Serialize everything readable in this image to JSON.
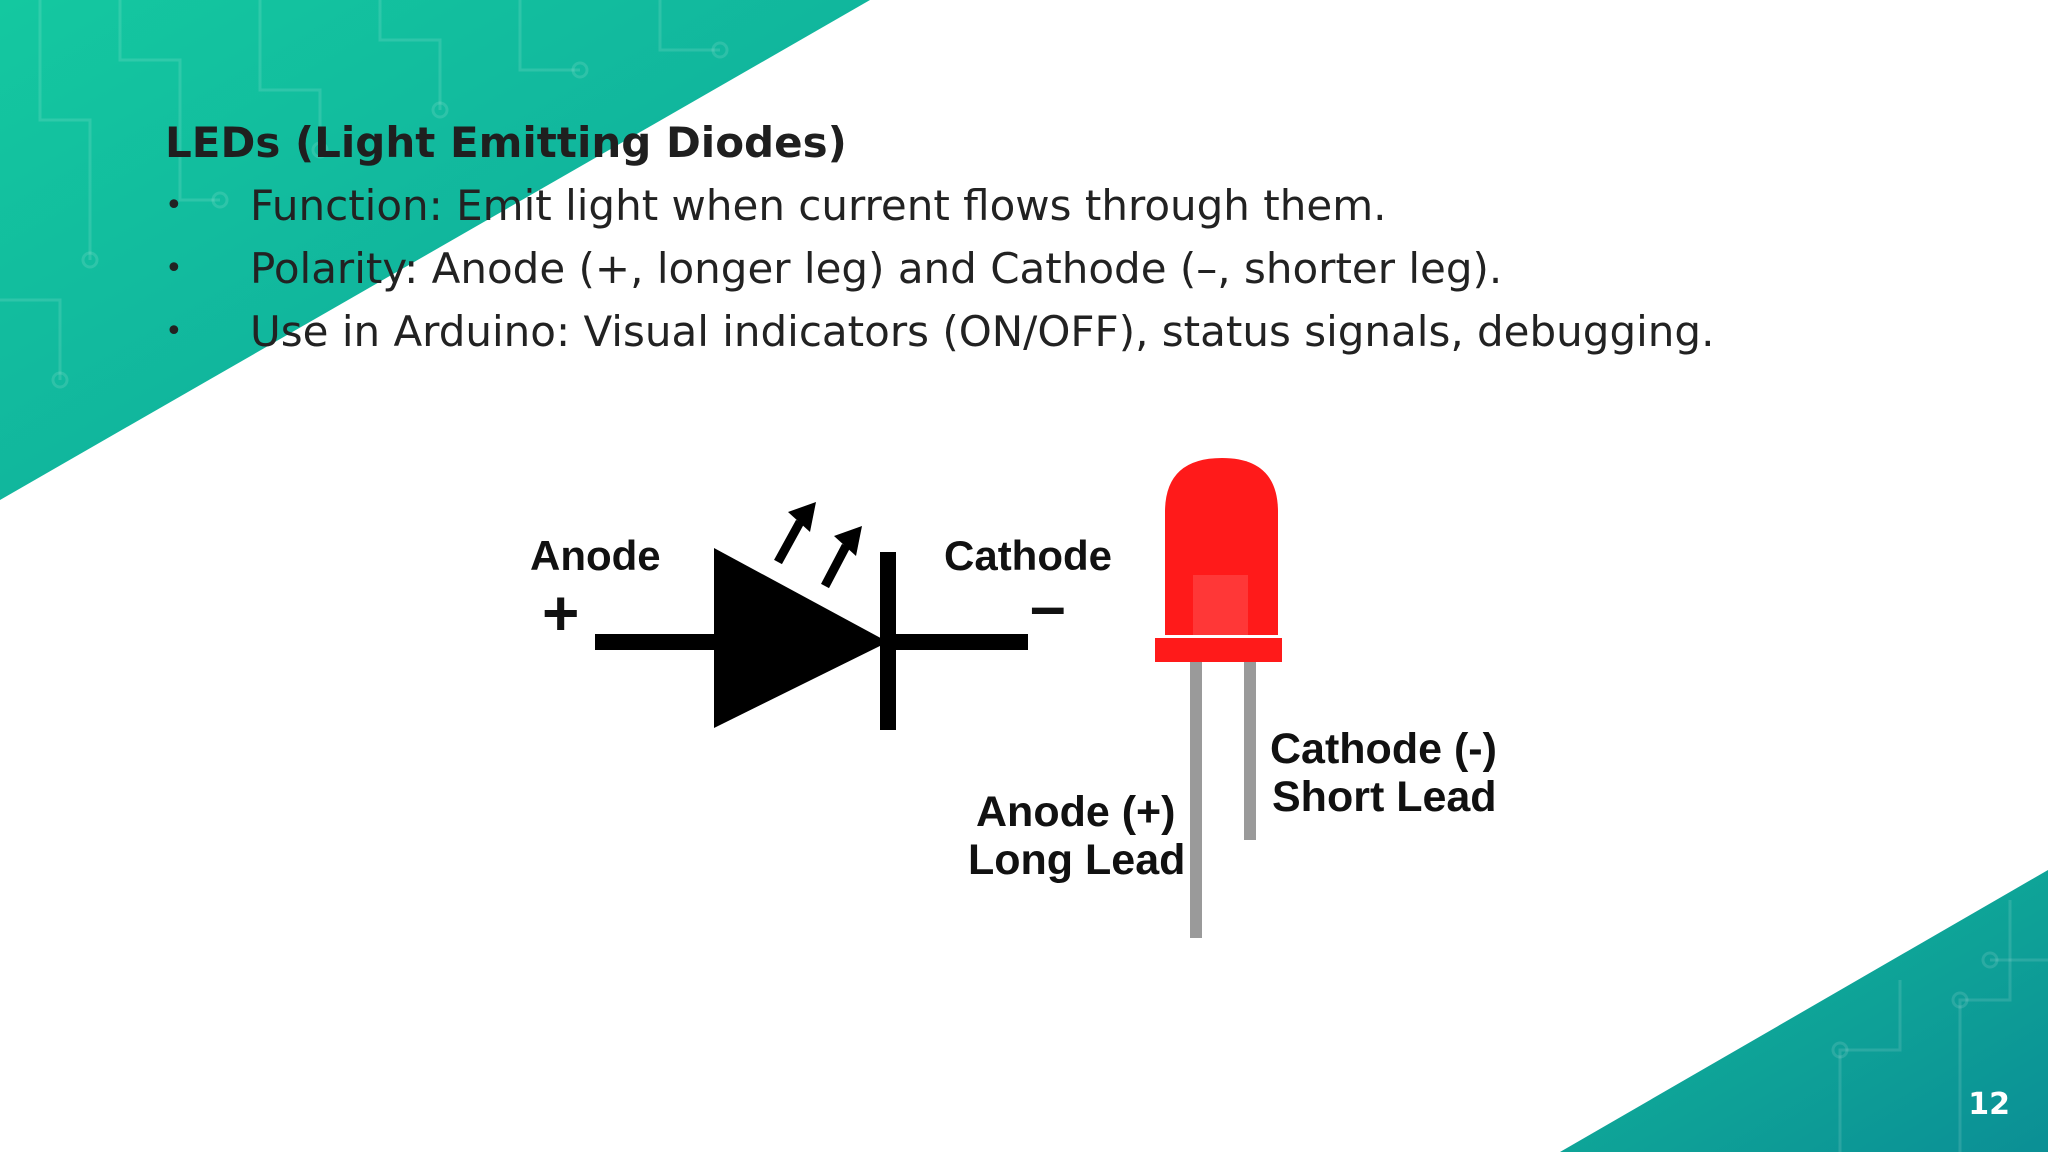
{
  "slide": {
    "title": "LEDs (Light Emitting Diodes)",
    "bullets": [
      "Function: Emit light when current flows through them.",
      "Polarity: Anode (+, longer leg) and Cathode (–, shorter leg).",
      "Use in Arduino: Visual indicators (ON/OFF), status signals, debugging."
    ],
    "page_number": "12"
  },
  "diagram": {
    "symbol_anode_label": "Anode",
    "symbol_anode_sign": "+",
    "symbol_cathode_label": "Cathode",
    "symbol_cathode_sign": "–",
    "led_anode_line1": "Anode (+)",
    "led_anode_line2": "Long Lead",
    "led_cathode_line1": "Cathode (-)",
    "led_cathode_line2": "Short Lead"
  },
  "colors": {
    "accent_teal": "#0fb79a",
    "accent_teal_dark": "#0d9a94",
    "led_red": "#ff1a1a",
    "lead_gray": "#9a9a9a"
  },
  "icons": [
    "bullet-dot",
    "led-schematic-symbol",
    "led-component"
  ]
}
